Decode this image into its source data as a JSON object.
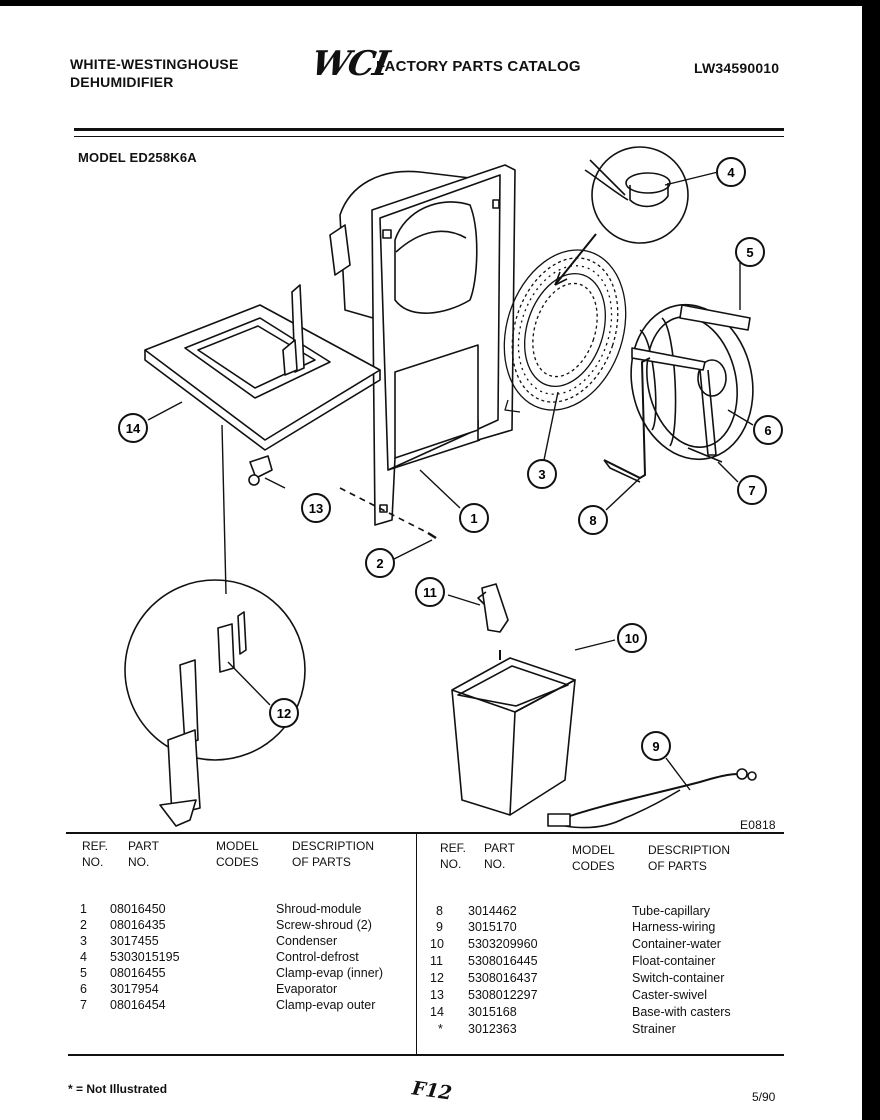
{
  "header": {
    "brand_line1": "WHITE-WESTINGHOUSE",
    "brand_line2": "DEHUMIDIFIER",
    "logo": "WCI",
    "catalog_title": "FACTORY PARTS CATALOG",
    "doc_number": "LW34590010"
  },
  "model": "MODEL ED258K6A",
  "figure_code": "E0818",
  "callouts": [
    "1",
    "2",
    "3",
    "4",
    "5",
    "6",
    "7",
    "8",
    "9",
    "10",
    "11",
    "12",
    "13",
    "14"
  ],
  "table": {
    "headers": {
      "ref": [
        "REF.",
        "NO."
      ],
      "part": [
        "PART",
        "NO."
      ],
      "model": [
        "MODEL",
        "CODES"
      ],
      "desc": [
        "DESCRIPTION",
        "OF PARTS"
      ]
    },
    "left": [
      {
        "ref": "1",
        "part": "08016450",
        "desc": "Shroud-module"
      },
      {
        "ref": "2",
        "part": "08016435",
        "desc": "Screw-shroud (2)"
      },
      {
        "ref": "3",
        "part": "3017455",
        "desc": "Condenser"
      },
      {
        "ref": "4",
        "part": "5303015195",
        "desc": "Control-defrost"
      },
      {
        "ref": "5",
        "part": "08016455",
        "desc": "Clamp-evap (inner)"
      },
      {
        "ref": "6",
        "part": "3017954",
        "desc": "Evaporator"
      },
      {
        "ref": "7",
        "part": "08016454",
        "desc": "Clamp-evap outer"
      }
    ],
    "right": [
      {
        "ref": "8",
        "part": "3014462",
        "desc": "Tube-capillary"
      },
      {
        "ref": "9",
        "part": "3015170",
        "desc": "Harness-wiring"
      },
      {
        "ref": "10",
        "part": "5303209960",
        "desc": "Container-water"
      },
      {
        "ref": "11",
        "part": "5308016445",
        "desc": "Float-container"
      },
      {
        "ref": "12",
        "part": "5308016437",
        "desc": "Switch-container"
      },
      {
        "ref": "13",
        "part": "5308012297",
        "desc": "Caster-swivel"
      },
      {
        "ref": "14",
        "part": "3015168",
        "desc": "Base-with casters"
      },
      {
        "ref": "*",
        "part": "3012363",
        "desc": "Strainer"
      }
    ]
  },
  "footer": {
    "note": "* = Not Illustrated",
    "page": "F12",
    "date": "5/90"
  }
}
